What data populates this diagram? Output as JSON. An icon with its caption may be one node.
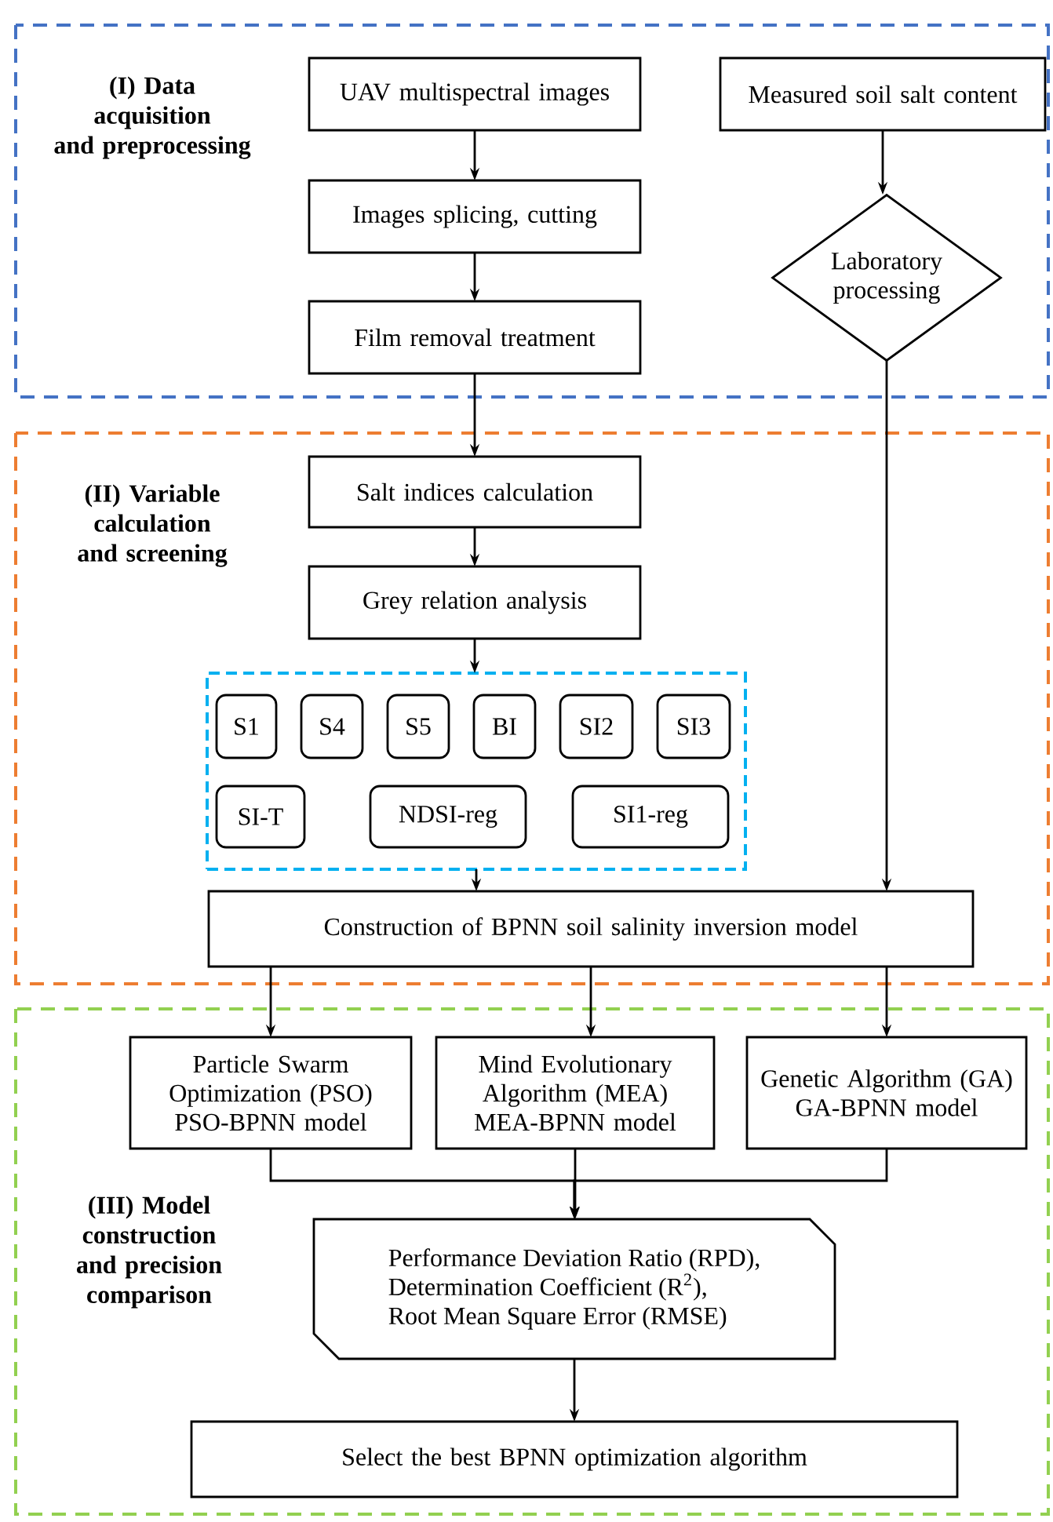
{
  "diagram": {
    "nodes": [
      {
        "text": [
          "(I) Data acquisition and preprocessing"
        ]
      },
      {
        "text": [
          "UAV multispectral images"
        ],
        "in": 0
      },
      {
        "text": [
          "Images splicing, cutting"
        ],
        "in": 0
      },
      {
        "text": [
          "Film removal treatment"
        ],
        "in": 0
      },
      {
        "text": [
          "Measured soil salt content"
        ],
        "in": 0
      },
      {
        "text": [
          "Laboratory processing"
        ],
        "in": 0
      },
      {
        "text": [
          "(II) Variable calculation and screening"
        ]
      },
      {
        "text": [
          "Salt indices calculation"
        ],
        "in": 6
      },
      {
        "text": [
          "Grey relation analysis"
        ],
        "in": 6
      },
      {
        "text": [],
        "shape": "box",
        "in": 6
      },
      {
        "text": [
          "S1"
        ],
        "in": 9
      },
      {
        "text": [
          "S4"
        ],
        "in": 9
      },
      {
        "text": [
          "S5"
        ],
        "in": 9
      },
      {
        "text": [
          "BI"
        ],
        "in": 9
      },
      {
        "text": [
          "SI2"
        ],
        "in": 9
      },
      {
        "text": [
          "SI3"
        ],
        "in": 9
      },
      {
        "text": [
          "SI-T"
        ],
        "in": 9
      },
      {
        "text": [
          "NDSI-reg"
        ],
        "in": 9
      },
      {
        "text": [
          "SI1-reg"
        ],
        "in": 9
      },
      {
        "text": [
          "Construction of BPNN soil salinity inversion model"
        ],
        "in": 6
      },
      {
        "text": [
          "(III) Model construction and precision comparison"
        ]
      },
      {
        "text": [
          "Particle Swarm Optimization (PSO)",
          "PSO-BPNN model"
        ],
        "in": 20
      },
      {
        "text": [
          "Mind Evolutionary Algorithm (MEA)",
          "MEA-BPNN model"
        ],
        "in": 20
      },
      {
        "text": [
          "Genetic Algorithm (GA)",
          "GA-BPNN model"
        ],
        "in": 20
      },
      {
        "text": [
          "Performance Deviation Ratio (RPD),",
          "Determination Coefficient (R$^{2}$),",
          "Root Mean Square Error (RMSE)"
        ],
        "in": 20
      },
      {
        "text": [
          "Select the best BPNN optimization algorithm"
        ],
        "in": 20
      }
    ],
    "edges": [
      {
        "from": 1,
        "to": 2,
        "arrow": "to"
      },
      {
        "from": 2,
        "to": 3,
        "arrow": "to"
      },
      {
        "from": 3,
        "to": 7,
        "arrow": "to"
      },
      {
        "from": 4,
        "to": 5,
        "arrow": "to"
      },
      {
        "from": 5,
        "to": 19,
        "arrow": "to"
      },
      {
        "from": 7,
        "to": 8,
        "arrow": "to"
      },
      {
        "from": 8,
        "to": 9,
        "arrow": "to"
      },
      {
        "from": 9,
        "to": 19,
        "arrow": "to"
      },
      {
        "from": 19,
        "to": 21,
        "arrow": "to"
      },
      {
        "from": 19,
        "to": 22,
        "arrow": "to"
      },
      {
        "from": 19,
        "to": 23,
        "arrow": "to"
      },
      {
        "from": 21,
        "to": 24,
        "arrow": "to"
      },
      {
        "from": 22,
        "to": 24,
        "arrow": "to"
      },
      {
        "from": 23,
        "to": 24,
        "arrow": "to"
      },
      {
        "from": 24,
        "to": 25,
        "arrow": "to"
      }
    ]
  }
}
